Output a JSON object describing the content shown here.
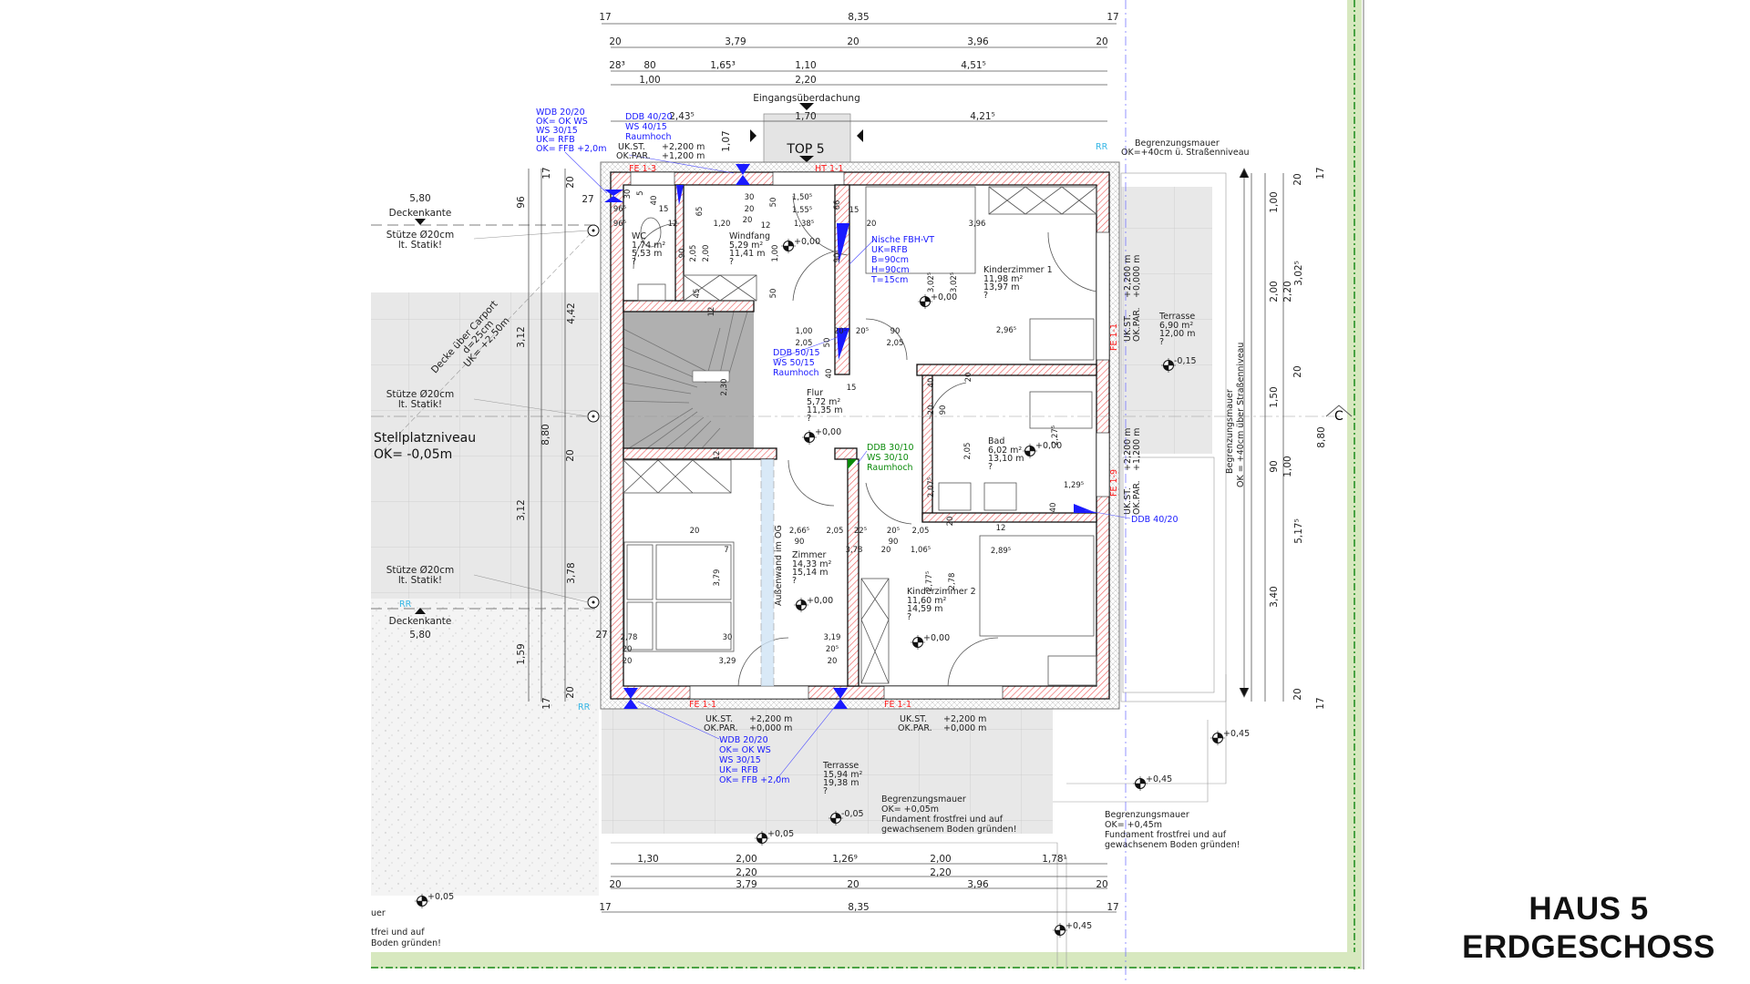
{
  "title": {
    "line1": "HAUS 5",
    "line2": "ERDGESCHOSS"
  },
  "entrance": {
    "canopy_label": "Eingangsüberdachung",
    "unit_label": "TOP 5"
  },
  "colors": {
    "wall_hatch": "#ee6b6b",
    "annotation_blue": "#1a1aff",
    "annotation_red": "#ff1a1a",
    "annotation_green": "#0a8a0a",
    "paving_grey": "#e6e6e6",
    "stair_grey": "#a9a9a9",
    "property_green": "#d7e8bf"
  },
  "rooms": [
    {
      "name": "WC",
      "area": "1,74 m²",
      "perimeter": "5,53 m",
      "note": "?"
    },
    {
      "name": "Windfang",
      "area": "5,29 m²",
      "perimeter": "11,41 m",
      "note": "?"
    },
    {
      "name": "Kinderzimmer 1",
      "area": "11,98 m²",
      "perimeter": "13,97 m",
      "note": "?"
    },
    {
      "name": "Flur",
      "area": "5,72 m²",
      "perimeter": "11,35 m",
      "note": "?"
    },
    {
      "name": "Bad",
      "area": "6,02 m²",
      "perimeter": "13,10 m",
      "note": "?"
    },
    {
      "name": "Zimmer",
      "area": "14,33 m²",
      "perimeter": "15,14 m",
      "note": "?"
    },
    {
      "name": "Kinderzimmer 2",
      "area": "11,60 m²",
      "perimeter": "14,59 m",
      "note": "?"
    },
    {
      "name": "Terrasse",
      "area": "15,94 m²",
      "perimeter": "19,38 m",
      "note": "?"
    },
    {
      "name": "Terrasse",
      "area": "6,90 m²",
      "perimeter": "12,00 m",
      "note": "?"
    }
  ],
  "annotations": {
    "wdb_top": [
      "WDB 20/20",
      "OK= OK WS",
      "WS 30/15",
      "UK= RFB",
      "OK= FFB +2,0m"
    ],
    "ddb_top": [
      "DDB 40/20",
      "WS 40/15",
      "Raumhoch"
    ],
    "ukst_top": [
      "UK.ST.",
      "+2,200 m",
      "OK.PAR.",
      "+1,200 m"
    ],
    "nische": [
      "Nische FBH-VT",
      "UK=RFB",
      "B=90cm",
      "H=90cm",
      "T=15cm"
    ],
    "ddb_flur": [
      "DDB 50/15",
      "WS 50/15",
      "Raumhoch"
    ],
    "ddb_green": [
      "DDB 30/10",
      "WS 30/10",
      "Raumhoch"
    ],
    "ddb_bad": "DDB 40/20",
    "aussenwand": "Außenwand im OG",
    "window_labels": [
      "FE 1-3",
      "HT 1-1",
      "FE 1-1",
      "FE 1-9",
      "FE 1-1",
      "FE 1-1"
    ],
    "ukst_right_1": [
      "UK.ST.",
      "+2,200 m",
      "OK.PAR.",
      "+0,000 m"
    ],
    "ukst_right_2": [
      "UK.ST.",
      "+2,200 m",
      "OK.PAR.",
      "+1,200 m"
    ],
    "ukst_bottom_1": [
      "UK.ST.",
      "+2,200 m",
      "OK.PAR.",
      "+0,000 m"
    ],
    "ukst_bottom_2": [
      "UK.ST.",
      "+2,200 m",
      "OK.PAR.",
      "+0,000 m"
    ],
    "wdb_bottom": [
      "WDB 20/20",
      "OK= OK WS",
      "WS 30/15",
      "UK= RFB",
      "OK= FFB +2,0m"
    ],
    "mauer_bottom": [
      "Begrenzungsmauer",
      "OK= +0,05m",
      "Fundament frostfrei und auf",
      "gewachsenem Boden gründen!"
    ],
    "mauer_right_bottom": [
      "Begrenzungsmauer",
      "OK= +0,45m",
      "Fundament frostfrei und auf",
      "gewachsenem Boden gründen!"
    ],
    "mauer_top": [
      "Begrenzungsmauer",
      "OK=+40cm ü. Straßenniveau"
    ],
    "mauer_right": [
      "Begrenzungsmauer",
      "OK = +40cm über Straßenniveau"
    ],
    "mauer_left_partial": [
      "uer",
      "tfrei und auf",
      "Boden gründen!"
    ],
    "section_marker": "C",
    "rr": "RR",
    "carport": {
      "deckenkante": "Deckenkante",
      "stuetze": [
        "Stütze Ø20cm",
        "lt. Statik!"
      ],
      "decke": [
        "Decke über Carport",
        "d=25cm",
        "UK= +2,50m"
      ],
      "stellplatz": [
        "Stellplatzniveau",
        "OK= -0,05m"
      ],
      "width": "5,80"
    }
  },
  "levels": [
    "+0,00",
    "+0,00",
    "+0,00",
    "+0,00",
    "+0,00",
    "+0,00",
    "-0,15",
    "-0,05",
    "+0,05",
    "+0,05",
    "+0,45",
    "+0,45",
    "+0,45"
  ],
  "dimensions": {
    "top_total": [
      "17",
      "8,35",
      "17"
    ],
    "top_walls": [
      "20",
      "3,79",
      "20",
      "3,96",
      "20"
    ],
    "top_openings": [
      "28³",
      "80",
      "1,65³",
      "1,10",
      "4,51⁵"
    ],
    "top_heights": [
      "1,00",
      "2,20"
    ],
    "canopy": [
      "2,43⁵",
      "1,70",
      "4,21⁵",
      "1,07"
    ],
    "bottom_openings": [
      "1,30",
      "2,00",
      "1,26⁹",
      "2,00",
      "1,78¹"
    ],
    "bottom_heights": [
      "2,20",
      "2,20"
    ],
    "bottom_walls": [
      "20",
      "3,79",
      "20",
      "3,96",
      "20"
    ],
    "bottom_total": [
      "17",
      "8,35",
      "17"
    ],
    "left": [
      "17",
      "20",
      "96",
      "27",
      "4,42",
      "3,12",
      "8,80",
      "20",
      "3,12",
      "3,78",
      "1,59",
      "20",
      "17",
      "27"
    ],
    "right_outer": [
      "17",
      "8,80",
      "17"
    ],
    "right_walls": [
      "20",
      "3,02⁵",
      "20",
      "5,17⁵",
      "20"
    ],
    "right_openings": [
      "1,00",
      "2,00",
      "1,50",
      "90",
      "3,40"
    ],
    "right_heights": [
      "2,20",
      "1,00"
    ],
    "interior": [
      "30",
      "5",
      "40",
      "96⁵",
      "96⁵",
      "15",
      "65",
      "12",
      "1,20",
      "30",
      "20",
      "20",
      "12",
      "50",
      "1,50⁵",
      "1,55⁵",
      "1,38⁵",
      "66",
      "15",
      "20",
      "3,96",
      "90",
      "2,05",
      "2,00",
      "1,00",
      "90",
      "45",
      "50",
      "12",
      "3,02⁵",
      "3,02⁵",
      "2,96⁵",
      "1,00",
      "2,05",
      "20⁵",
      "20⁵",
      "90",
      "2,05",
      "50",
      "40",
      "15",
      "2,30",
      "20",
      "40",
      "20",
      "90",
      "2,05",
      "2,27⁵",
      "2,07⁵",
      "1,29⁵",
      "40",
      "20",
      "12",
      "20",
      "2,66⁵",
      "90",
      "2,05",
      "22⁵",
      "20⁵",
      "90",
      "2,05",
      "7",
      "3,79",
      "3,78",
      "20",
      "1,06⁵",
      "12",
      "2,89⁵",
      "2,77⁵",
      "2,78",
      "2,78",
      "20",
      "20",
      "30",
      "3,29",
      "3,19",
      "20⁵",
      "20",
      "30"
    ]
  }
}
